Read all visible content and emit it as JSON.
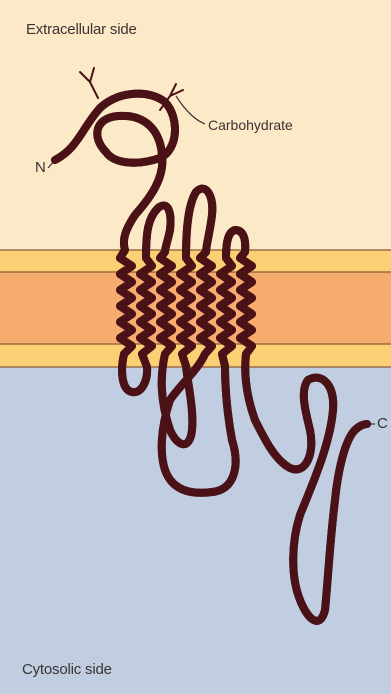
{
  "diagram": {
    "extracellular_label": "Extracellular side",
    "cytosolic_label": "Cytosolic side",
    "n_terminus_label": "N",
    "c_terminus_label": "C",
    "carbohydrate_label": "Carbohydrate"
  },
  "colors": {
    "extracellular_bg": "#fbe9c7",
    "cytosol_bg": "#c1cee1",
    "membrane_core": "#f7ac6f",
    "membrane_leaflet": "#fbcf74",
    "membrane_line": "#8a5c36",
    "chain_dark": "#4a1116",
    "chain_fill": "#8a2c38",
    "text": "#3b3332"
  },
  "transmembrane_helix_count": 7
}
